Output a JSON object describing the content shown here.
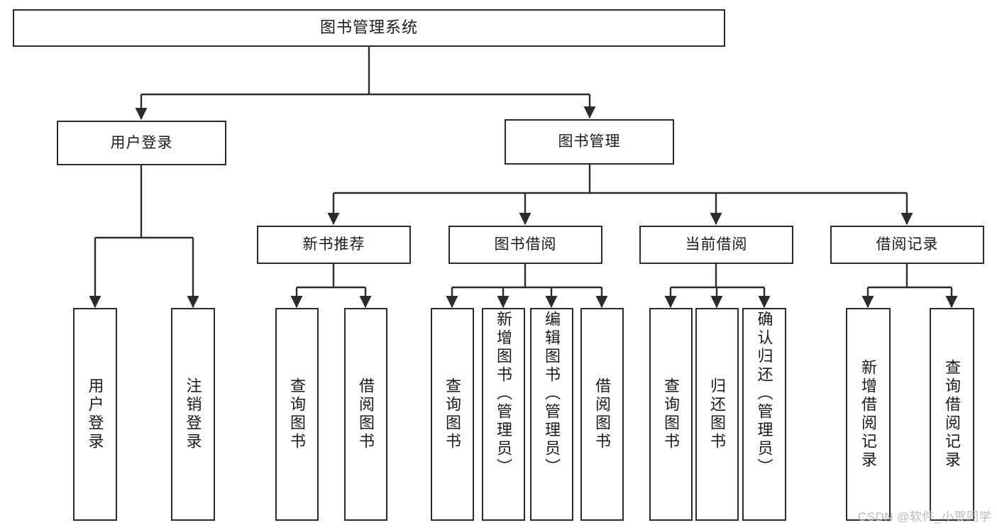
{
  "diagram": {
    "title": "图书管理系统",
    "type": "tree-hierarchy-chart",
    "root": {
      "label": "图书管理系统"
    },
    "level2": [
      {
        "label": "用户登录"
      },
      {
        "label": "图书管理"
      }
    ],
    "level3": [
      {
        "label": "新书推荐"
      },
      {
        "label": "图书借阅"
      },
      {
        "label": "当前借阅"
      },
      {
        "label": "借阅记录"
      }
    ],
    "leaves": {
      "user_login": [
        {
          "label": "用户登录"
        },
        {
          "label": "注销登录"
        }
      ],
      "new_book_recommend": [
        {
          "label": "查询图书"
        },
        {
          "label": "借阅图书"
        }
      ],
      "book_borrow": [
        {
          "label": "查询图书"
        },
        {
          "label": "新增图书（管理员）"
        },
        {
          "label": "编辑图书（管理员）"
        },
        {
          "label": "借阅图书"
        }
      ],
      "current_borrow": [
        {
          "label": "查询图书"
        },
        {
          "label": "归还图书"
        },
        {
          "label": "确认归还（管理员）"
        }
      ],
      "borrow_record": [
        {
          "label": "新增借阅记录"
        },
        {
          "label": "查询借阅记录"
        }
      ]
    }
  },
  "watermark": {
    "text": "CSDN @软件_小贺同学"
  },
  "colors": {
    "background": "#ffffff",
    "box_border": "#2b2b2b",
    "box_fill": "#ffffff",
    "connector": "#2b2b2b",
    "text": "#1a1a1a",
    "watermark": "#b9b9b9"
  }
}
